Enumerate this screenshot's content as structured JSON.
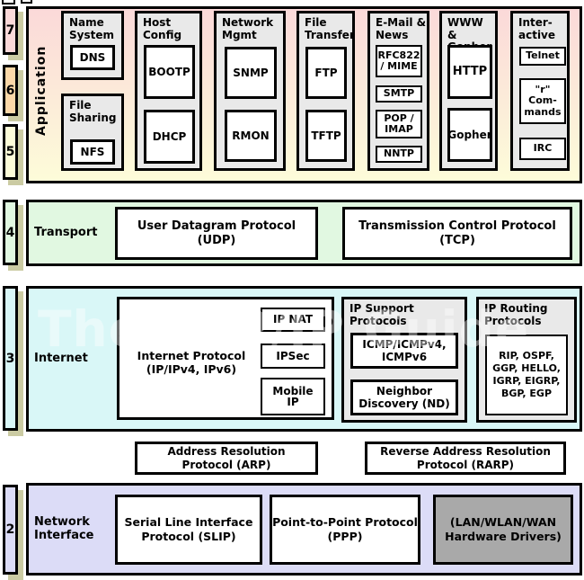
{
  "watermark": "The TCP/IP Guide",
  "layer_numbers": [
    "7",
    "6",
    "5",
    "4",
    "3",
    "2"
  ],
  "application": {
    "label": "Application",
    "groups": [
      {
        "title": "Name\nSystem",
        "protocols": [
          "DNS"
        ]
      },
      {
        "title": "File\nSharing",
        "protocols": [
          "NFS"
        ]
      },
      {
        "title": "Host\nConfig",
        "protocols": [
          "BOOTP",
          "DHCP"
        ]
      },
      {
        "title": "Network\nMgmt",
        "protocols": [
          "SNMP",
          "RMON"
        ]
      },
      {
        "title": "File\nTransfer",
        "protocols": [
          "FTP",
          "TFTP"
        ]
      },
      {
        "title": "E-Mail &\nNews",
        "protocols": [
          "RFC822\n/ MIME",
          "SMTP",
          "POP /\nIMAP",
          "NNTP"
        ]
      },
      {
        "title": "WWW &\nGopher",
        "protocols": [
          "HTTP",
          "Gopher"
        ]
      },
      {
        "title": "Inter-\nactive",
        "protocols": [
          "Telnet",
          "\"r\"\nCom-\nmands",
          "IRC"
        ]
      }
    ]
  },
  "transport": {
    "label": "Transport",
    "protocols": [
      "User Datagram Protocol\n(UDP)",
      "Transmission Control Protocol\n(TCP)"
    ]
  },
  "internet": {
    "label": "Internet",
    "ip": {
      "label": "Internet Protocol\n(IP/IPv4, IPv6)",
      "sub": [
        "IP NAT",
        "IPSec",
        "Mobile\nIP"
      ]
    },
    "support": {
      "title": "IP Support\nProtocols",
      "protocols": [
        "ICMP/ICMPv4,\nICMPv6",
        "Neighbor\nDiscovery (ND)"
      ]
    },
    "routing": {
      "title": "IP Routing\nProtocols",
      "protocols": [
        "RIP, OSPF,\nGGP, HELLO,\nIGRP, EIGRP,\nBGP, EGP"
      ]
    }
  },
  "link_protocols": {
    "arp": "Address Resolution\nProtocol (ARP)",
    "rarp": "Reverse Address Resolution\nProtocol (RARP)"
  },
  "network_interface": {
    "label": "Network\nInterface",
    "protocols": [
      "Serial Line Interface\nProtocol (SLIP)",
      "Point-to-Point Protocol\n(PPP)",
      "(LAN/WLAN/WAN\nHardware Drivers)"
    ]
  },
  "colors": {
    "layer7_pink": "#fbd9d9",
    "layer6_peach": "#fcd8a8",
    "layer5_yellow": "#fdfcd9",
    "transport_green": "#e1f8e1",
    "internet_cyan": "#d9f7f7",
    "network_lavender": "#dcdcf7",
    "group_gray": "#e9e9e9",
    "hardware_gray": "#a9a9a9",
    "shadow_tan": "#cbcba3"
  }
}
